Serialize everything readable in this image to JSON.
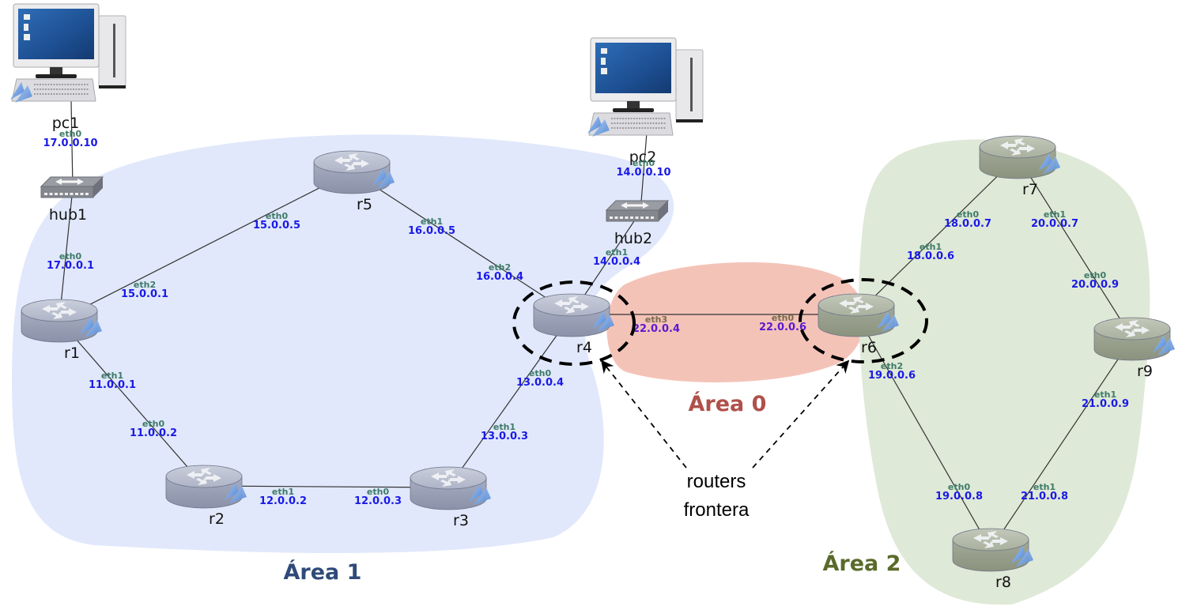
{
  "title": "OSPF multi-area network topology",
  "areas": [
    {
      "id": "area1",
      "label": "Área 1",
      "fill": "#e1e8fb",
      "text_color": "#2f4a7a"
    },
    {
      "id": "area0",
      "label": "Área 0",
      "fill": "#f4c3b8",
      "text_color": "#b0504a"
    },
    {
      "id": "area2",
      "label": "Área 2",
      "fill": "#dfe9d7",
      "text_color": "#5a6a2a"
    }
  ],
  "annotation": {
    "line1": "routers",
    "line2": "frontera",
    "targets": [
      "r4",
      "r6"
    ]
  },
  "nodes": [
    {
      "id": "pc1",
      "type": "pc",
      "label": "pc1"
    },
    {
      "id": "pc2",
      "type": "pc",
      "label": "pc2"
    },
    {
      "id": "hub1",
      "type": "hub",
      "label": "hub1"
    },
    {
      "id": "hub2",
      "type": "hub",
      "label": "hub2"
    },
    {
      "id": "r1",
      "type": "router",
      "label": "r1",
      "area": "area1"
    },
    {
      "id": "r2",
      "type": "router",
      "label": "r2",
      "area": "area1"
    },
    {
      "id": "r3",
      "type": "router",
      "label": "r3",
      "area": "area1"
    },
    {
      "id": "r4",
      "type": "router",
      "label": "r4",
      "area": "area1",
      "border": true
    },
    {
      "id": "r5",
      "type": "router",
      "label": "r5",
      "area": "area1"
    },
    {
      "id": "r6",
      "type": "router",
      "label": "r6",
      "area": "area2",
      "border": true
    },
    {
      "id": "r7",
      "type": "router",
      "label": "r7",
      "area": "area2"
    },
    {
      "id": "r8",
      "type": "router",
      "label": "r8",
      "area": "area2"
    },
    {
      "id": "r9",
      "type": "router",
      "label": "r9",
      "area": "area2"
    }
  ],
  "links": [
    {
      "from": "pc1",
      "to": "hub1"
    },
    {
      "from": "hub1",
      "to": "r1"
    },
    {
      "from": "r1",
      "to": "r5"
    },
    {
      "from": "r1",
      "to": "r2"
    },
    {
      "from": "r2",
      "to": "r3"
    },
    {
      "from": "r3",
      "to": "r4"
    },
    {
      "from": "r5",
      "to": "r4"
    },
    {
      "from": "pc2",
      "to": "hub2"
    },
    {
      "from": "hub2",
      "to": "r4"
    },
    {
      "from": "r4",
      "to": "r6"
    },
    {
      "from": "r6",
      "to": "r7"
    },
    {
      "from": "r7",
      "to": "r9"
    },
    {
      "from": "r6",
      "to": "r8"
    },
    {
      "from": "r9",
      "to": "r8"
    }
  ],
  "interfaces": [
    {
      "node": "pc1",
      "name": "eth0",
      "ip": "17.0.0.10"
    },
    {
      "node": "r1",
      "name": "eth0",
      "ip": "17.0.0.1"
    },
    {
      "node": "r1",
      "name": "eth2",
      "ip": "15.0.0.1"
    },
    {
      "node": "r1",
      "name": "eth1",
      "ip": "11.0.0.1"
    },
    {
      "node": "r2",
      "name": "eth0",
      "ip": "11.0.0.2"
    },
    {
      "node": "r2",
      "name": "eth1",
      "ip": "12.0.0.2"
    },
    {
      "node": "r3",
      "name": "eth0",
      "ip": "12.0.0.3"
    },
    {
      "node": "r3",
      "name": "eth1",
      "ip": "13.0.0.3"
    },
    {
      "node": "r4",
      "name": "eth0",
      "ip": "13.0.0.4"
    },
    {
      "node": "r5",
      "name": "eth0",
      "ip": "15.0.0.5"
    },
    {
      "node": "r5",
      "name": "eth1",
      "ip": "16.0.0.5"
    },
    {
      "node": "r4",
      "name": "eth2",
      "ip": "16.0.0.4"
    },
    {
      "node": "pc2",
      "name": "eth0",
      "ip": "14.0.0.10"
    },
    {
      "node": "r4",
      "name": "eth1",
      "ip": "14.0.0.4"
    },
    {
      "node": "r4",
      "name": "eth3",
      "ip": "22.0.0.4"
    },
    {
      "node": "r6",
      "name": "eth0",
      "ip": "22.0.0.6"
    },
    {
      "node": "r6",
      "name": "eth1",
      "ip": "18.0.0.6"
    },
    {
      "node": "r7",
      "name": "eth0",
      "ip": "18.0.0.7"
    },
    {
      "node": "r7",
      "name": "eth1",
      "ip": "20.0.0.7"
    },
    {
      "node": "r9",
      "name": "eth0",
      "ip": "20.0.0.9"
    },
    {
      "node": "r6",
      "name": "eth2",
      "ip": "19.0.0.6"
    },
    {
      "node": "r9",
      "name": "eth1",
      "ip": "21.0.0.9"
    },
    {
      "node": "r8",
      "name": "eth0",
      "ip": "19.0.0.8"
    },
    {
      "node": "r8",
      "name": "eth1",
      "ip": "21.0.0.8"
    }
  ]
}
